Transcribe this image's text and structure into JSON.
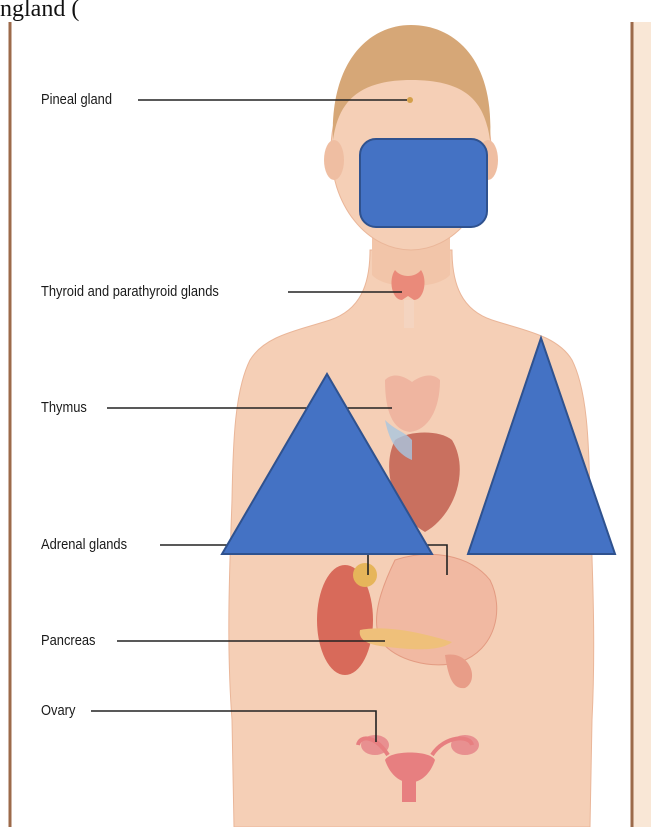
{
  "header_text": "ngland (",
  "labels": {
    "pineal": "Pineal gland",
    "thyroid": "Thyroid and parathyroid glands",
    "thymus": "Thymus",
    "adrenal": "Adrenal glands",
    "pancreas": "Pancreas",
    "ovary": "Ovary"
  },
  "colors": {
    "skin": "#f5cfb6",
    "skin_shadow": "#e6ab8e",
    "hair": "#d6a777",
    "overlay_blue": "#4472c4",
    "overlay_border": "#2f528f",
    "frame": "#9c6a4a",
    "right_band": "#f9e7d6"
  }
}
